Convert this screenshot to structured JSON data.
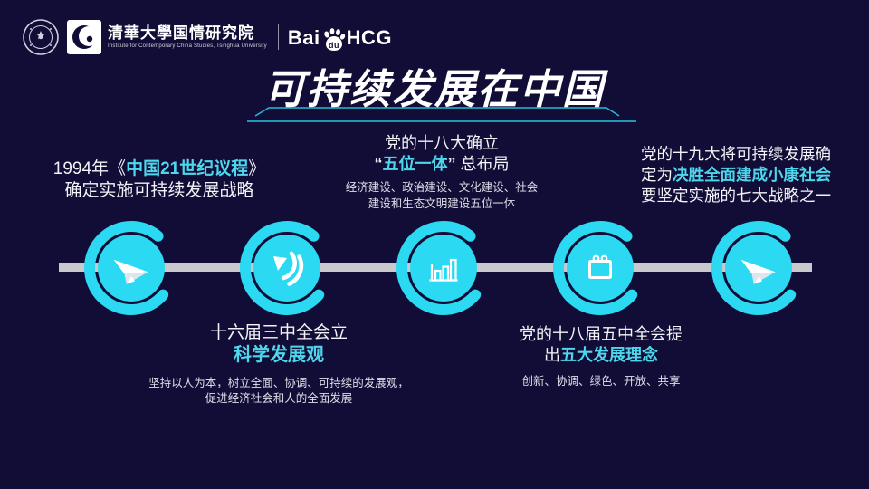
{
  "colors": {
    "background": "#120d36",
    "cyan": "#2bd9f2",
    "text_highlight": "#4ed7ec",
    "timeline_gray": "#c9c9cd",
    "white": "#f5f5f8"
  },
  "header": {
    "seal_icon": "tsinghua-seal",
    "crest_icon": "crescent-logo",
    "institute_name": "清華大學国情研究院",
    "institute_subtitle": "Institute for Contemporary China Studies, Tsinghua University",
    "brand_bai": "Bai",
    "brand_du": "du",
    "brand_hcg": "HCG"
  },
  "title": "可持续发展在中国",
  "events": [
    {
      "icon": "paper-plane",
      "pre": "1994年《",
      "highlight": "中国21世纪议程",
      "post": "》",
      "line2": "确定实施可持续发展战略"
    },
    {
      "icon": "signal-waves",
      "line1": "十六届三中全会立",
      "highlight": "科学发展观",
      "detail": "坚持以人为本，树立全面、协调、可持续的发展观，促进经济社会和人的全面发展"
    },
    {
      "icon": "bar-chart",
      "line1": "党的十八大确立",
      "quote_open": "“",
      "highlight": "五位一体",
      "quote_close": "”",
      "post": " 总布局",
      "detail": "经济建设、政治建设、文化建设、社会建设和生态文明建设五位一体"
    },
    {
      "icon": "calendar",
      "line1": "党的十八届五中全会提",
      "pre2": "出",
      "highlight": "五大发展理念",
      "detail": "创新、协调、绿色、开放、共享"
    },
    {
      "icon": "paper-plane",
      "line1": "党的十九大将可持续发展确",
      "pre2": "定为",
      "highlight": "决胜全面建成小康社会",
      "line3": "要坚定实施的七大战略之一"
    }
  ]
}
